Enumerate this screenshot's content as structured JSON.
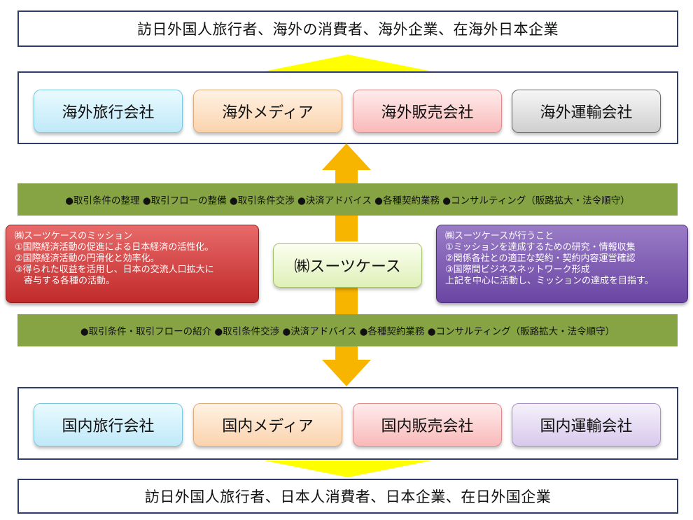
{
  "top_audience": "訪日外国人旅行者、海外の消費者、海外企業、在海外日本企業",
  "overseas_partners": [
    "海外旅行会社",
    "海外メディア",
    "海外販売会社",
    "海外運輸会社"
  ],
  "upper_services": "●取引条件の整理 ●取引フローの整備 ●取引条件交渉 ●決済アドバイス ●各種契約業務 ●コンサルティング（販路拡大・法令順守）",
  "mission": {
    "title": "㈱スーツケースのミッション",
    "lines": [
      "①国際経済活動の促進による日本経済の活性化。",
      "②国際経済活動の円滑化と効率化。",
      "③得られた収益を活用し、日本の交流人口拡大に",
      "　寄与する各種の活動。"
    ]
  },
  "company": "㈱スーツケース",
  "activities": {
    "title": "㈱スーツケースが行うこと",
    "lines": [
      "①ミッションを達成するための研究・情報収集",
      "②関係各社との適正な契約・契約内容運営確認",
      "③国際間ビジネスネットワーク形成",
      "上記を中心に活動し、ミッションの達成を目指す。"
    ]
  },
  "lower_services": "●取引条件・取引フローの紹介 ●取引条件交渉 ●決済アドバイス ●各種契約業務 ●コンサルティング（販路拡大・法令順守）",
  "domestic_partners": [
    "国内旅行会社",
    "国内メディア",
    "国内販売会社",
    "国内運輸会社"
  ],
  "bottom_audience": "訪日外国人旅行者、日本人消費者、日本企業、在日外国企業",
  "colors": {
    "arrow": "#f7b500",
    "triangle": "#ffff00",
    "band": "#86a443",
    "frame_border": "#2f3d6b"
  }
}
